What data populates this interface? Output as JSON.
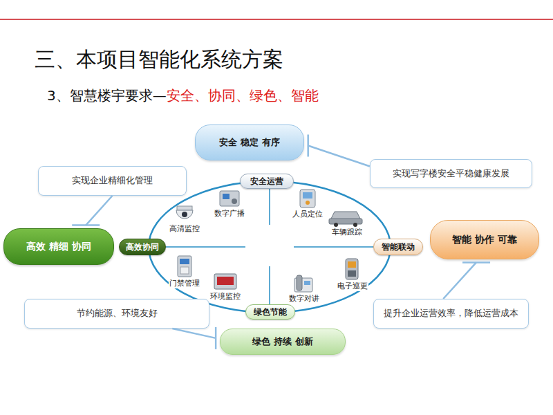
{
  "diagram": {
    "title": "三、本项目智能化系统方案",
    "nodes": [
      {
        "text": [
          "安全 稳定 有序"
        ]
      },
      {
        "text": [
          "实现企业精细化管理"
        ]
      },
      {
        "text": [
          "实现写字楼安全平稳健康发展"
        ]
      },
      {
        "text": [
          "安全运营"
        ]
      },
      {
        "text": [
          "高效 精细 协同"
        ]
      },
      {
        "text": [
          "高效协同"
        ]
      },
      {
        "text": [
          "智能联动"
        ]
      },
      {
        "text": [
          "智能 协作 可靠"
        ]
      },
      {
        "text": [
          "节约能源、环境友好"
        ]
      },
      {
        "text": [
          "提升企业运营效率，降低运营成本"
        ]
      },
      {
        "text": [
          "绿色节能"
        ]
      },
      {
        "text": [
          "绿色 持续 创新"
        ]
      }
    ],
    "edges": [
      {
        "from": 1,
        "to": 4,
        "arrow": "none"
      },
      {
        "from": 2,
        "to": 0,
        "arrow": "none"
      },
      {
        "from": 8,
        "to": 11,
        "arrow": "none"
      },
      {
        "from": 9,
        "to": 7,
        "arrow": "none"
      }
    ],
    "labels": [
      "3、智慧楼宇要求—",
      "安全、协同、绿色、智能",
      "数字广播",
      "高清监控",
      "人员定位",
      "车辆跟踪",
      "门禁管理",
      "环境监控",
      "数字对讲",
      "电子巡更"
    ]
  }
}
